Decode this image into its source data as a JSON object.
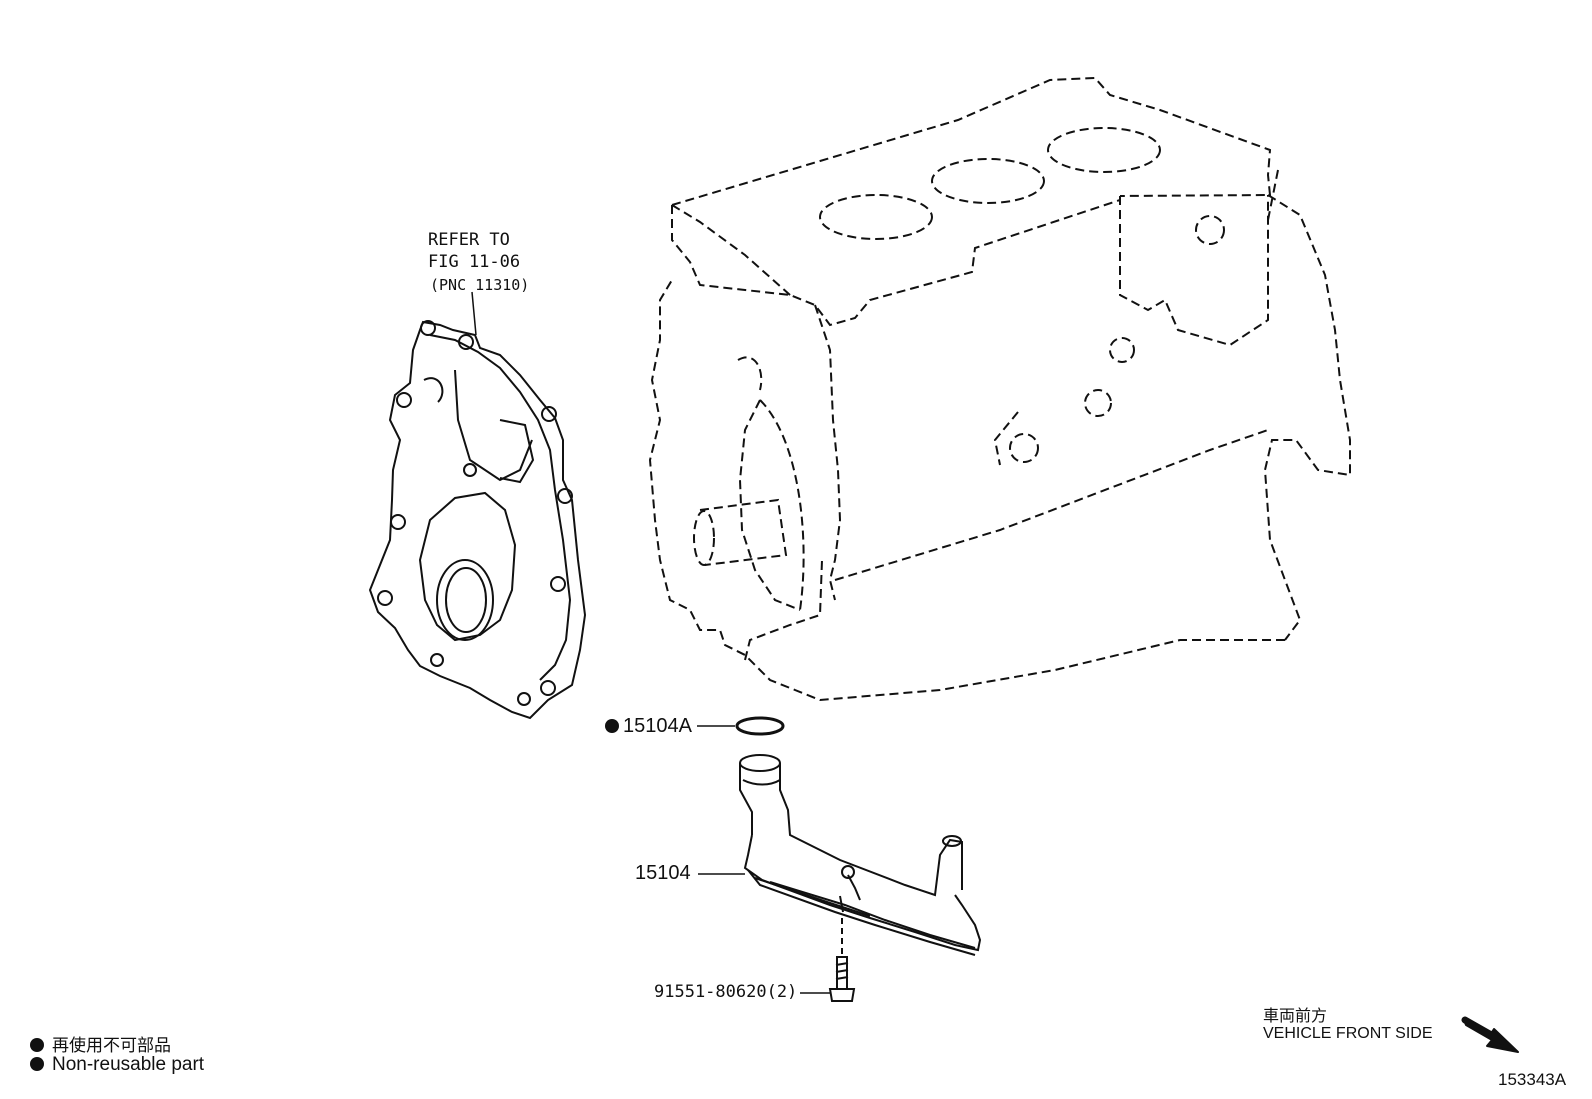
{
  "refer": {
    "line1": "REFER TO",
    "line2": "FIG 11-06",
    "line3": "(PNC 11310)"
  },
  "parts": {
    "oring": "15104A",
    "strainer": "15104",
    "bolt": "91551-80620(2)"
  },
  "legend": {
    "jp": "再使用不可部品",
    "en": "Non-reusable part"
  },
  "orientation": {
    "jp": "車両前方",
    "en": "VEHICLE FRONT SIDE",
    "icon": "arrow-down-right-icon"
  },
  "illustration_code": "153343A",
  "colors": {
    "line": "#111111",
    "background": "#ffffff"
  }
}
